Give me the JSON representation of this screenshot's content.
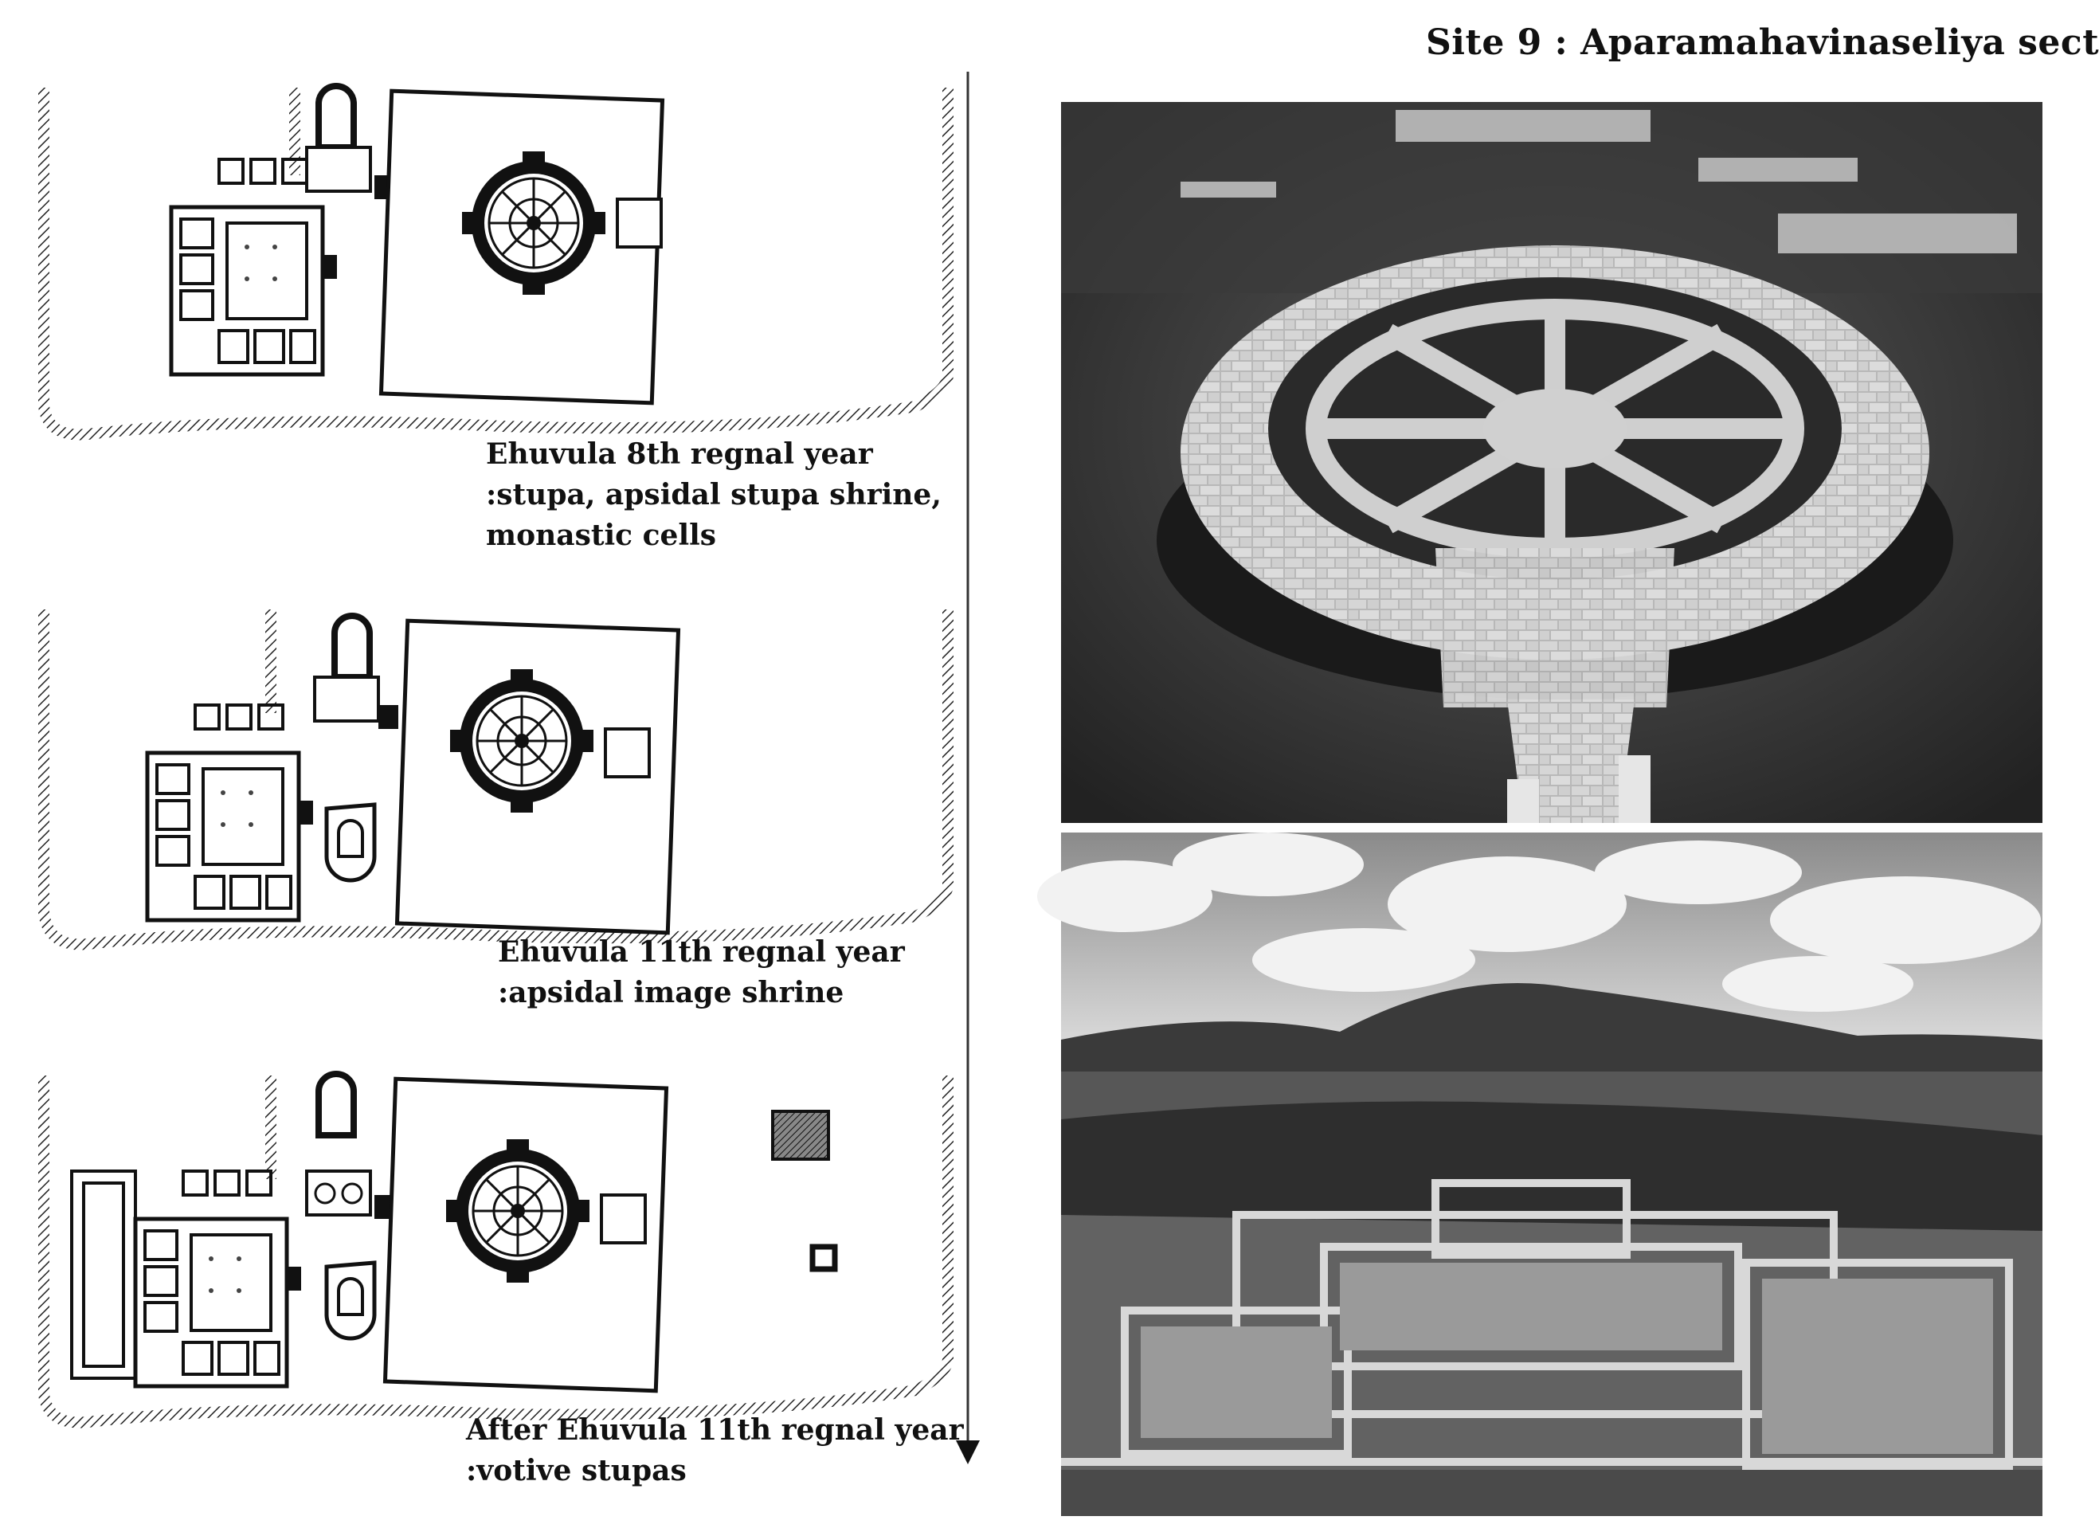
{
  "title": "Site 9 : Aparamahavinaseliya sect",
  "phases": [
    {
      "caption": [
        "Ehuvula 8th regnal year",
        ":stupa, apsidal stupa shrine,",
        "monastic cells"
      ]
    },
    {
      "caption": [
        "Ehuvula 11th regnal year",
        ":apsidal image shrine"
      ]
    },
    {
      "caption": [
        "After Ehuvula 11th regnal year",
        ":votive stupas"
      ]
    }
  ],
  "photos": [
    {
      "name": "aerial-stupa-photo"
    },
    {
      "name": "monastery-ruins-photo"
    }
  ]
}
